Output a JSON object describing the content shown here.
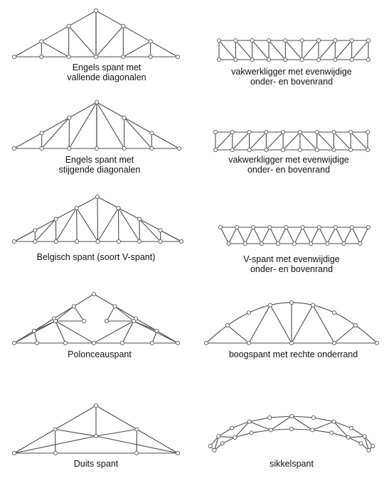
{
  "trusses": [
    {
      "id": "engels-vallend",
      "line1": "Engels spant met",
      "line2": "vallende diagonalen"
    },
    {
      "id": "vakwerk-1",
      "line1": "vakwerkligger met evenwijdige",
      "line2": "onder- en bovenrand"
    },
    {
      "id": "engels-stijgend",
      "line1": "Engels spant met",
      "line2": "stijgende diagonalen"
    },
    {
      "id": "vakwerk-2",
      "line1": "vakwerkligger met evenwijdige",
      "line2": "onder- en bovenrand"
    },
    {
      "id": "belgisch",
      "line1": "Belgisch spant (soort V-spant)",
      "line2": ""
    },
    {
      "id": "v-spant",
      "line1": "V-spant met evenwijdige",
      "line2": "onder- en bovenrand"
    },
    {
      "id": "polonceau",
      "line1": "Polonceauspant",
      "line2": ""
    },
    {
      "id": "boogspant",
      "line1": "boogspant met rechte onderrand",
      "line2": ""
    },
    {
      "id": "duits",
      "line1": "Duits spant",
      "line2": ""
    },
    {
      "id": "sikkel",
      "line1": "sikkelspant",
      "line2": ""
    }
  ]
}
